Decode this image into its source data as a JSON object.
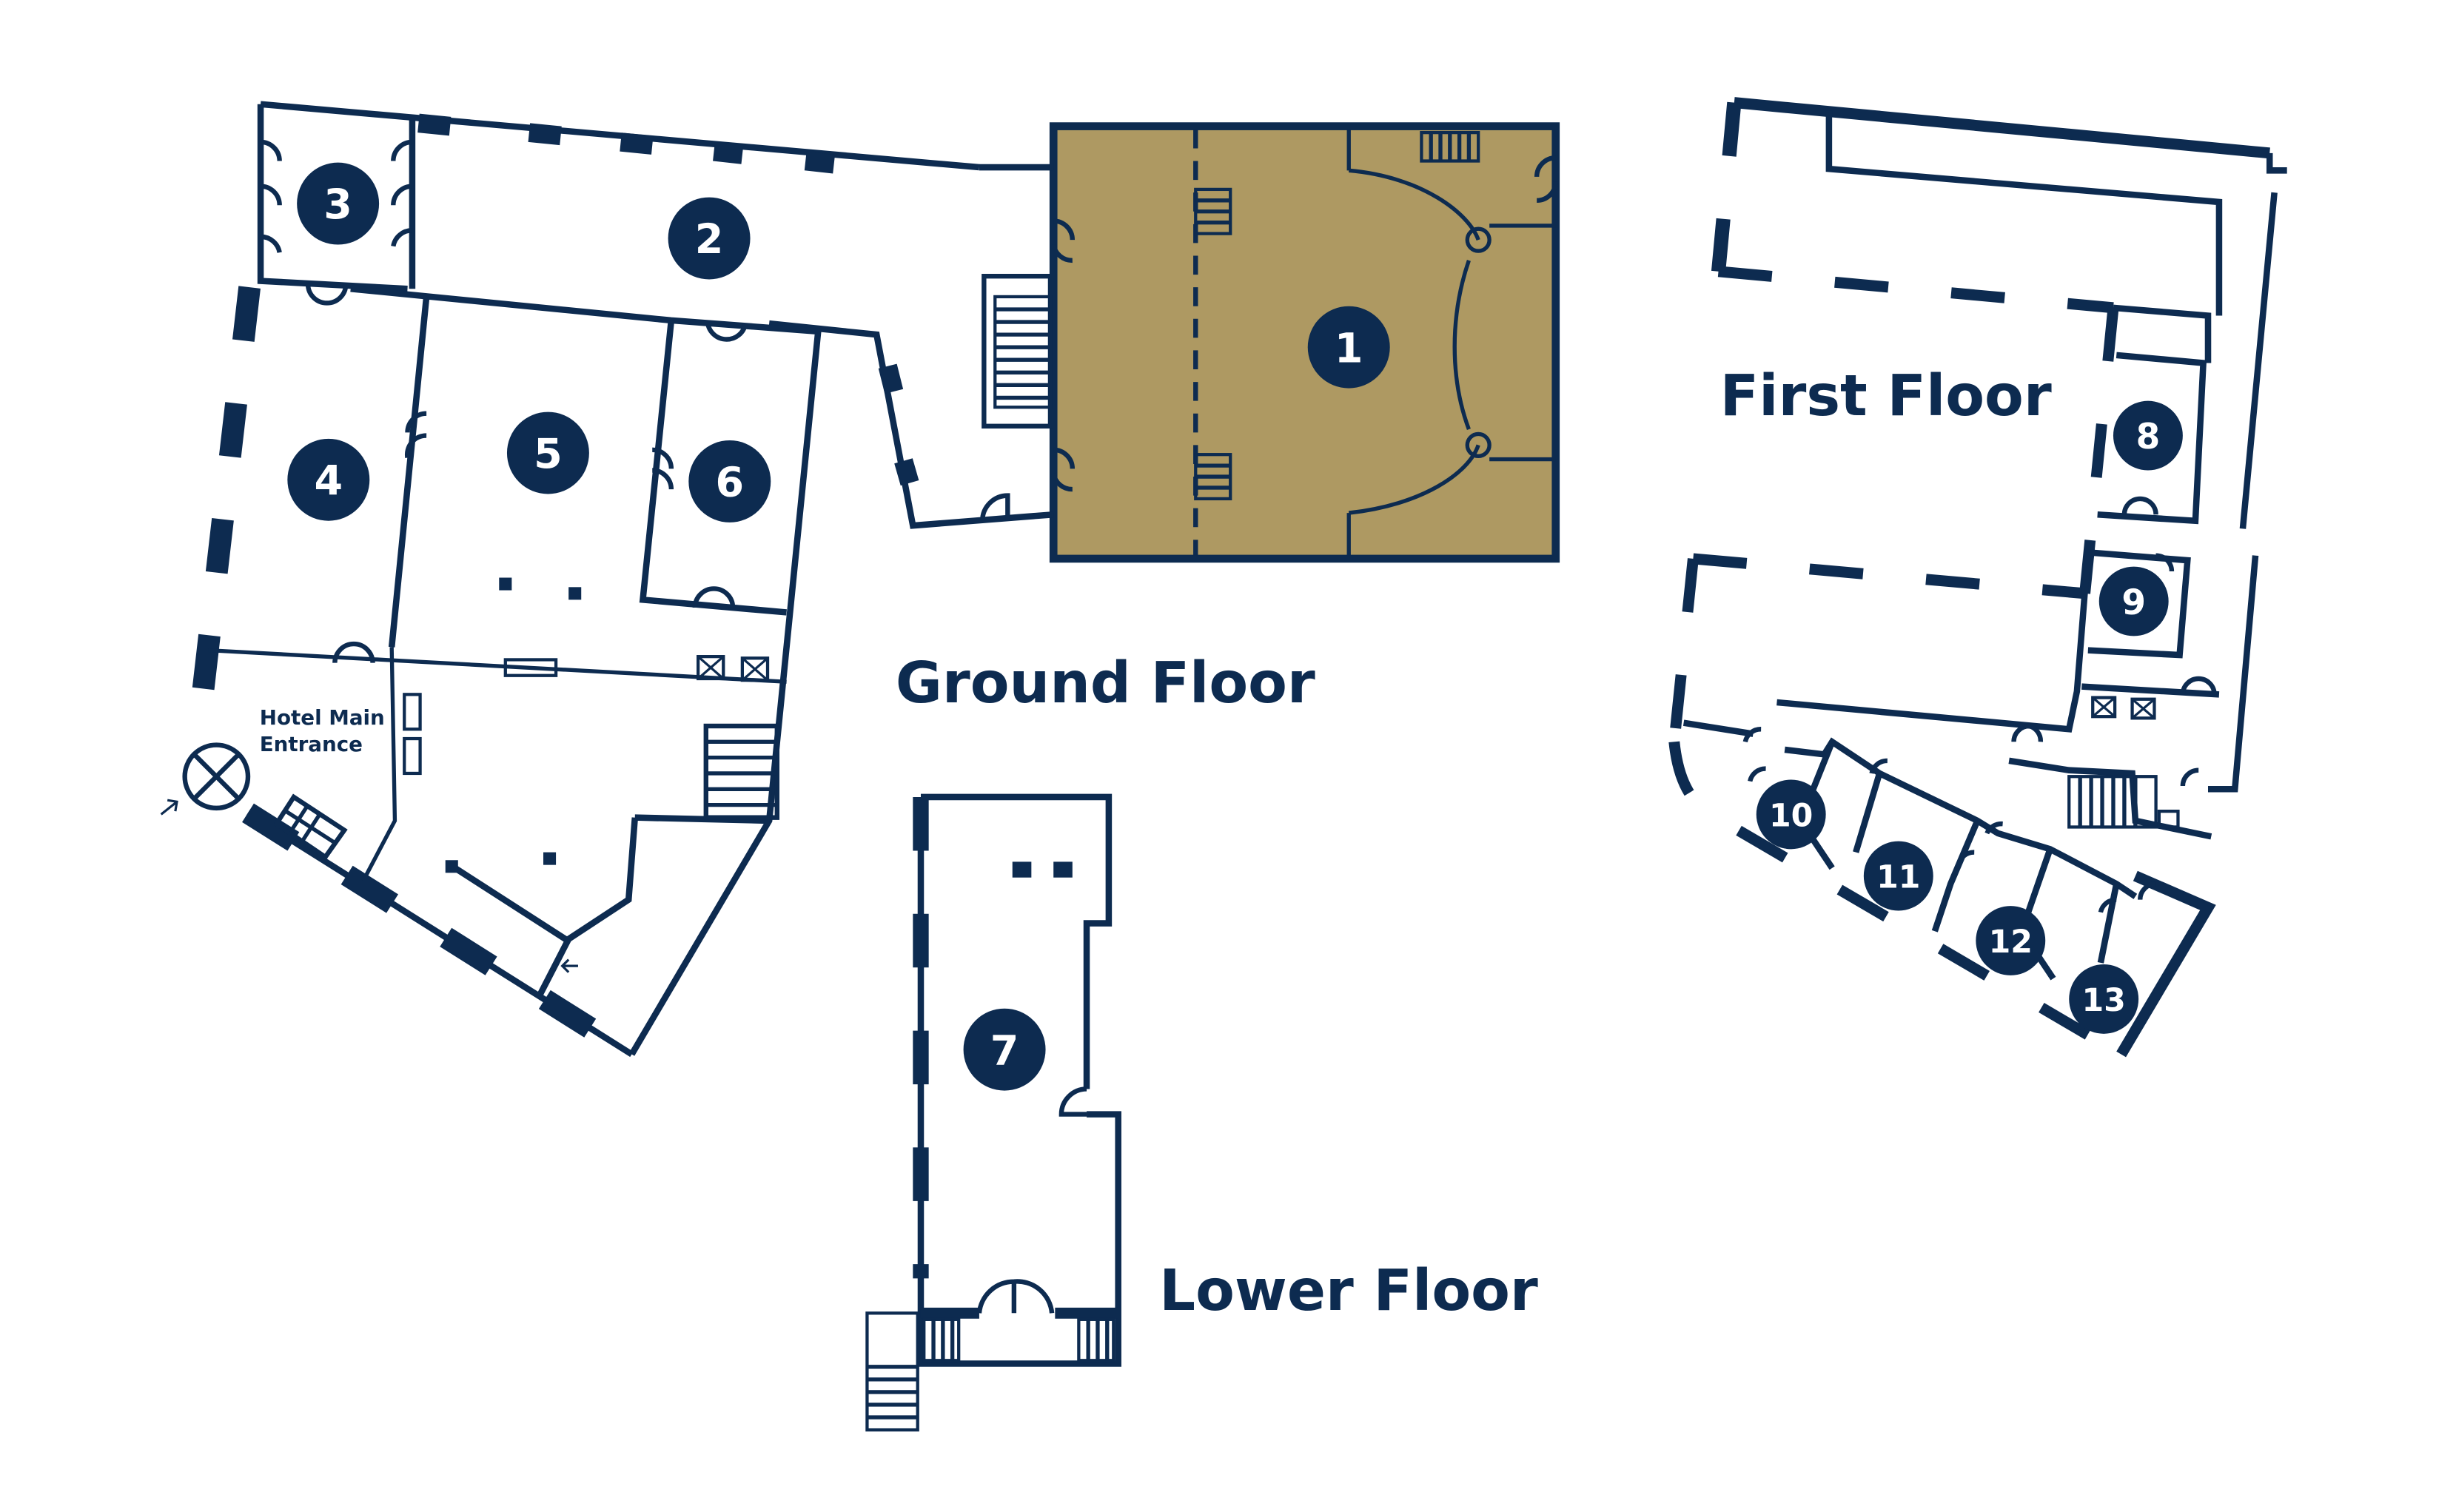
{
  "floors": {
    "ground": "Ground Floor",
    "first": "First Floor",
    "lower": "Lower Floor"
  },
  "entrance": {
    "line1": "Hotel Main",
    "line2": "Entrance"
  },
  "rooms": {
    "r1": "1",
    "r2": "2",
    "r3": "3",
    "r4": "4",
    "r5": "5",
    "r6": "6",
    "r7": "7",
    "r8": "8",
    "r9": "9",
    "r10": "10",
    "r11": "11",
    "r12": "12",
    "r13": "13"
  },
  "colors": {
    "navy": "#0d2b50",
    "ballroom_fill": "#ae9962",
    "background": "#ffffff"
  }
}
